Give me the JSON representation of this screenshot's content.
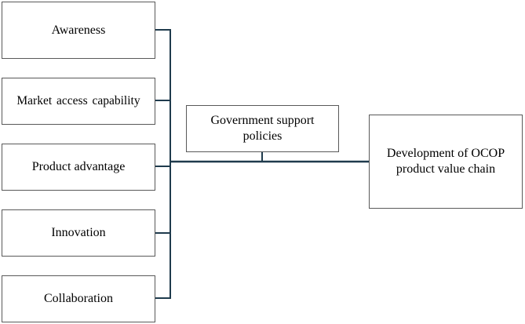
{
  "factors": [
    {
      "label": "Awareness"
    },
    {
      "label": "Market  access capability"
    },
    {
      "label": "Product advantage"
    },
    {
      "label": "Innovation"
    },
    {
      "label": "Collaboration"
    }
  ],
  "moderator": {
    "label": "Government support policies"
  },
  "outcome": {
    "label": "Development  of OCOP product value  chain"
  },
  "colors": {
    "line": "#1f3b4d",
    "border": "#595959"
  }
}
